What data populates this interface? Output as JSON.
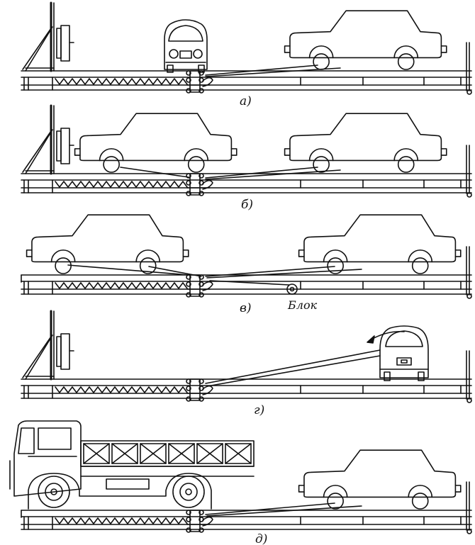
{
  "panels": [
    {
      "label": "а)"
    },
    {
      "label": "б)"
    },
    {
      "label": "в)",
      "annotation": "Блок"
    },
    {
      "label": "г)"
    },
    {
      "label": "д)"
    }
  ]
}
